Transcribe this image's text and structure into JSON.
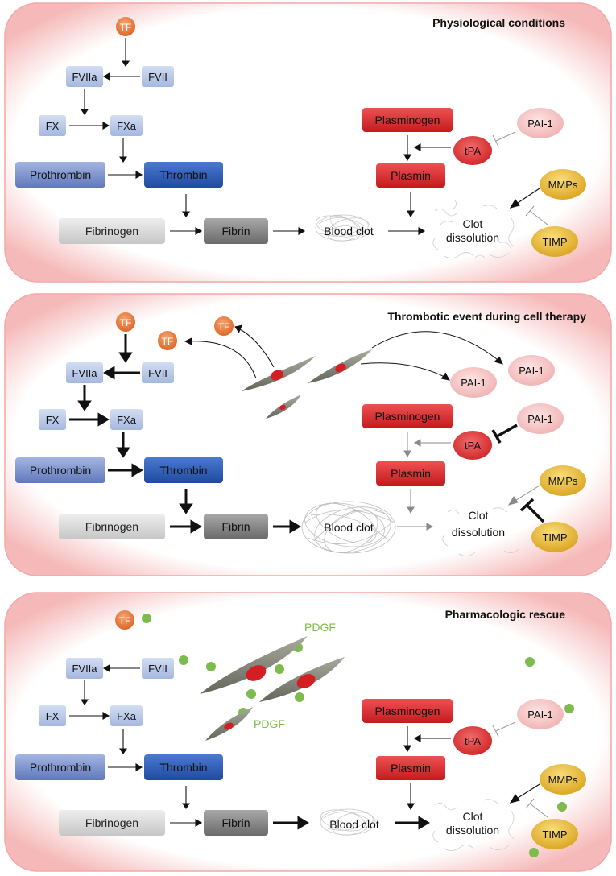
{
  "panels": [
    {
      "title": "Physiological conditions",
      "labels": {
        "tf": "TF",
        "fvii": "FVII",
        "fviia": "FVIIa",
        "fx": "FX",
        "fxa": "FXa",
        "prothrombin": "Prothrombin",
        "thrombin": "Thrombin",
        "fibrinogen": "Fibrinogen",
        "fibrin": "Fibrin",
        "blood_clot": "Blood clot",
        "plasminogen": "Plasminogen",
        "tpa": "tPA",
        "pai1": "PAI-1",
        "plasmin": "Plasmin",
        "clot_line1": "Clot",
        "clot_line2": "dissolution",
        "mmps": "MMPs",
        "timp": "TIMP"
      }
    },
    {
      "title": "Thrombotic event during cell therapy",
      "labels": {
        "tf": "TF",
        "tf_secreted_1": "TF",
        "tf_secreted_2": "TF",
        "fvii": "FVII",
        "fviia": "FVIIa",
        "fx": "FX",
        "fxa": "FXa",
        "prothrombin": "Prothrombin",
        "thrombin": "Thrombin",
        "fibrinogen": "Fibrinogen",
        "fibrin": "Fibrin",
        "blood_clot": "Blood clot",
        "pai1_secreted_1": "PAI-1",
        "pai1_secreted_2": "PAI-1",
        "plasminogen": "Plasminogen",
        "tpa": "tPA",
        "pai1": "PAI-1",
        "plasmin": "Plasmin",
        "clot_line1": "Clot",
        "clot_line2": "dissolution",
        "mmps": "MMPs",
        "timp": "TIMP"
      }
    },
    {
      "title": "Pharmacologic rescue",
      "labels": {
        "tf": "TF",
        "fvii": "FVII",
        "fviia": "FVIIa",
        "fx": "FX",
        "fxa": "FXa",
        "prothrombin": "Prothrombin",
        "thrombin": "Thrombin",
        "fibrinogen": "Fibrinogen",
        "fibrin": "Fibrin",
        "blood_clot": "Blood clot",
        "plasminogen": "Plasminogen",
        "tpa": "tPA",
        "pai1": "PAI-1",
        "plasmin": "Plasmin",
        "clot_line1": "Clot",
        "clot_line2": "dissolution",
        "mmps": "MMPs",
        "timp": "TIMP",
        "pdgf_1": "PDGF",
        "pdgf_2": "PDGF"
      }
    }
  ],
  "colors": {
    "panel_border": "#f4a7a7",
    "light_blue": "#b7c7e6",
    "mid_blue": "#7f95cc",
    "dark_blue": "#2f5fb8",
    "red": "#d6282b",
    "pink": "#f6c4c4",
    "orange": "#e8773a",
    "gold": "#e5b83a",
    "grey_light": "#d9d9d9",
    "grey_dark": "#7f7f7f",
    "pdgf_green": "#7dbb4e"
  }
}
